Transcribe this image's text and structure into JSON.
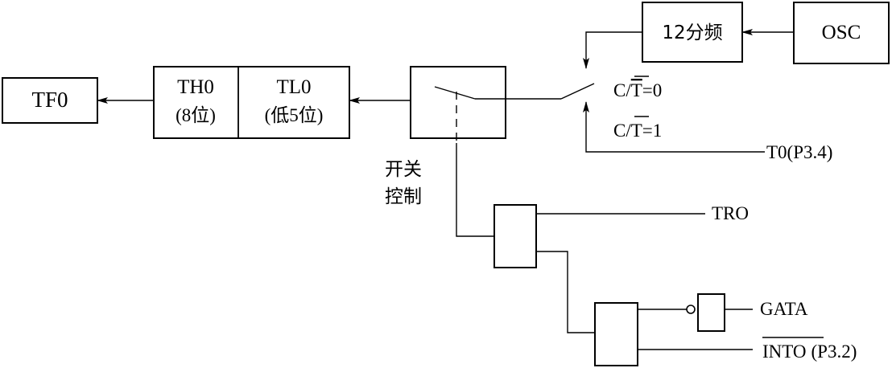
{
  "diagram": {
    "tf0": "TF0",
    "th0": {
      "name": "TH0",
      "bits": "(8位)"
    },
    "tl0": {
      "name": "TL0",
      "bits": "(低5位)"
    },
    "switch_control": {
      "line1": "开关",
      "line2": "控制"
    },
    "divider": "12分频",
    "osc": "OSC",
    "ct0": {
      "prefix": "C/",
      "bar": "T",
      "suffix": "=0"
    },
    "ct1": {
      "prefix": "C/",
      "bar": "T",
      "suffix": "=1"
    },
    "t0_pin": "T0(P3.4)",
    "tr0": "TRO",
    "gata": "GATA",
    "int0": {
      "name": "INTO",
      "pin": "(P3.2)"
    }
  }
}
